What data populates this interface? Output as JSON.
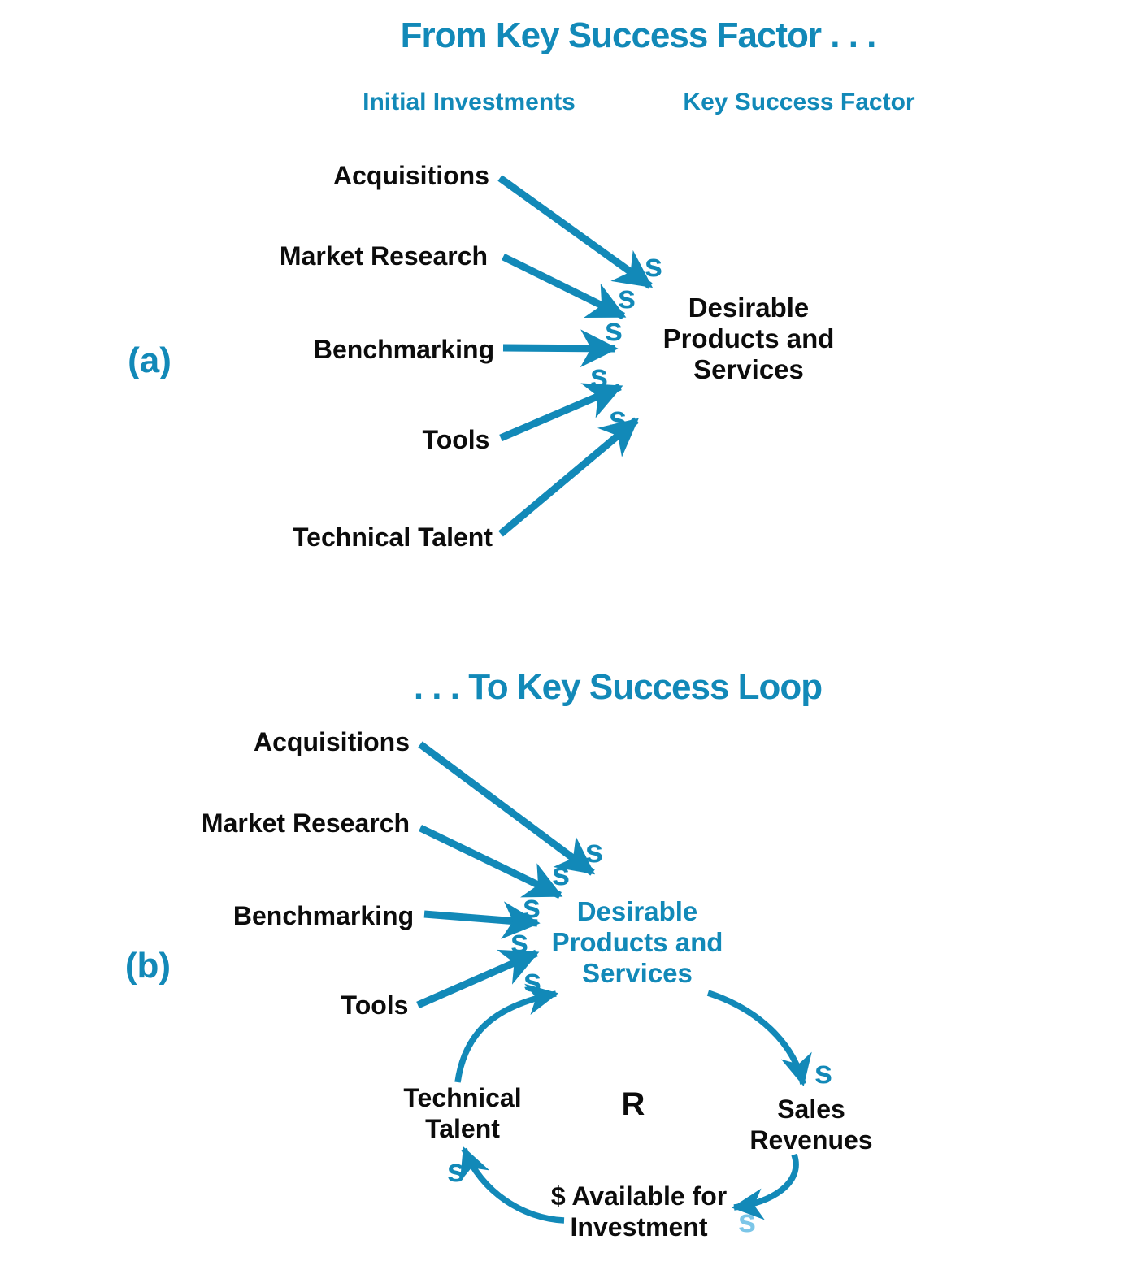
{
  "palette": {
    "teal": "#1289b8",
    "light_blue": "#7cc6e8",
    "ink": "#0c0c0c",
    "background": "#ffffff"
  },
  "panel_a": {
    "marker": "(a)",
    "title": "From Key Success Factor . . .",
    "column_headers": {
      "left": "Initial Investments",
      "right": "Key Success Factor"
    },
    "sources": [
      "Acquisitions",
      "Market Research",
      "Benchmarking",
      "Tools",
      "Technical Talent"
    ],
    "key_success_factor": [
      "Desirable",
      "Products and",
      "Services"
    ],
    "polarity": "s"
  },
  "panel_b": {
    "marker": "(b)",
    "title": ". . . To Key Success Loop",
    "sources": [
      "Acquisitions",
      "Market Research",
      "Benchmarking",
      "Tools"
    ],
    "key_success_factor": [
      "Desirable",
      "Products and",
      "Services"
    ],
    "polarity": "s",
    "loop": {
      "reinforcing_label": "R",
      "technical_talent": [
        "Technical",
        "Talent"
      ],
      "sales_revenues": [
        "Sales",
        "Revenues"
      ],
      "available_for_investment": [
        "$ Available for",
        "Investment"
      ],
      "polarity": "s"
    }
  }
}
